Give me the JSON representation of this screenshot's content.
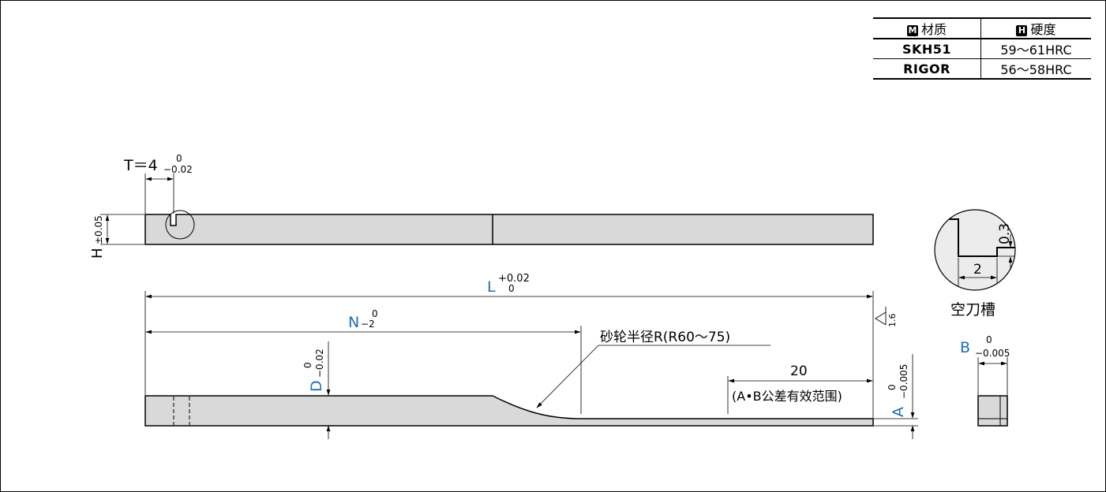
{
  "table": {
    "header_material_badge": "M",
    "header_material": "材质",
    "header_hardness_badge": "H",
    "header_hardness": "硬度",
    "rows": [
      {
        "material": "SKH51",
        "hardness": "59～61HRC"
      },
      {
        "material": "RIGOR",
        "hardness": "56～58HRC"
      }
    ]
  },
  "dims": {
    "t_label": "T＝4",
    "t_tol_upper": "0",
    "t_tol_lower": "−0.02",
    "h_label": "H",
    "h_tol": "±0.05",
    "l_label": "L",
    "l_tol_upper": "+0.02",
    "l_tol_lower": "0",
    "n_label": "N",
    "n_tol_upper": "0",
    "n_tol_lower": "−2",
    "d_label": "D",
    "d_tol_upper": "0",
    "d_tol_lower": "−0.02",
    "a_label": "A",
    "a_tol_upper": "0",
    "a_tol_lower": "−0.005",
    "b_label": "B",
    "b_tol_upper": "0",
    "b_tol_lower": "−0.005",
    "roughness": "1.6",
    "len_20": "20"
  },
  "notes": {
    "grind_radius": "砂轮半径R(R60～75)",
    "tolerance_range": "(A•B公差有效范围)",
    "relief_title": "空刀槽",
    "relief_width": "2",
    "relief_depth": "0.3"
  },
  "colors": {
    "line": "#000000",
    "part_fill": "#d9d9d9",
    "detail_fill": "#ececec",
    "label_blue": "#1a6fc0"
  }
}
